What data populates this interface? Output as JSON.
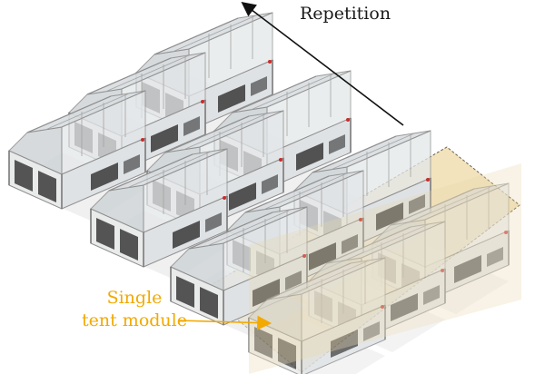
{
  "labels": {
    "repetition": "Repetition",
    "single_line1": "Single",
    "single_line2": "tent module"
  },
  "colors": {
    "highlight_fill": "#f2e3bd",
    "highlight_border": "#6b5f4a",
    "label_accent": "#f2a900",
    "arrow": "#111111",
    "tent_frame": "#8f8f8f",
    "tent_glass": "#d9dde0",
    "tent_dark": "#2e2e2e"
  },
  "modules": {
    "grey_count": 9,
    "highlighted_count": 3
  }
}
